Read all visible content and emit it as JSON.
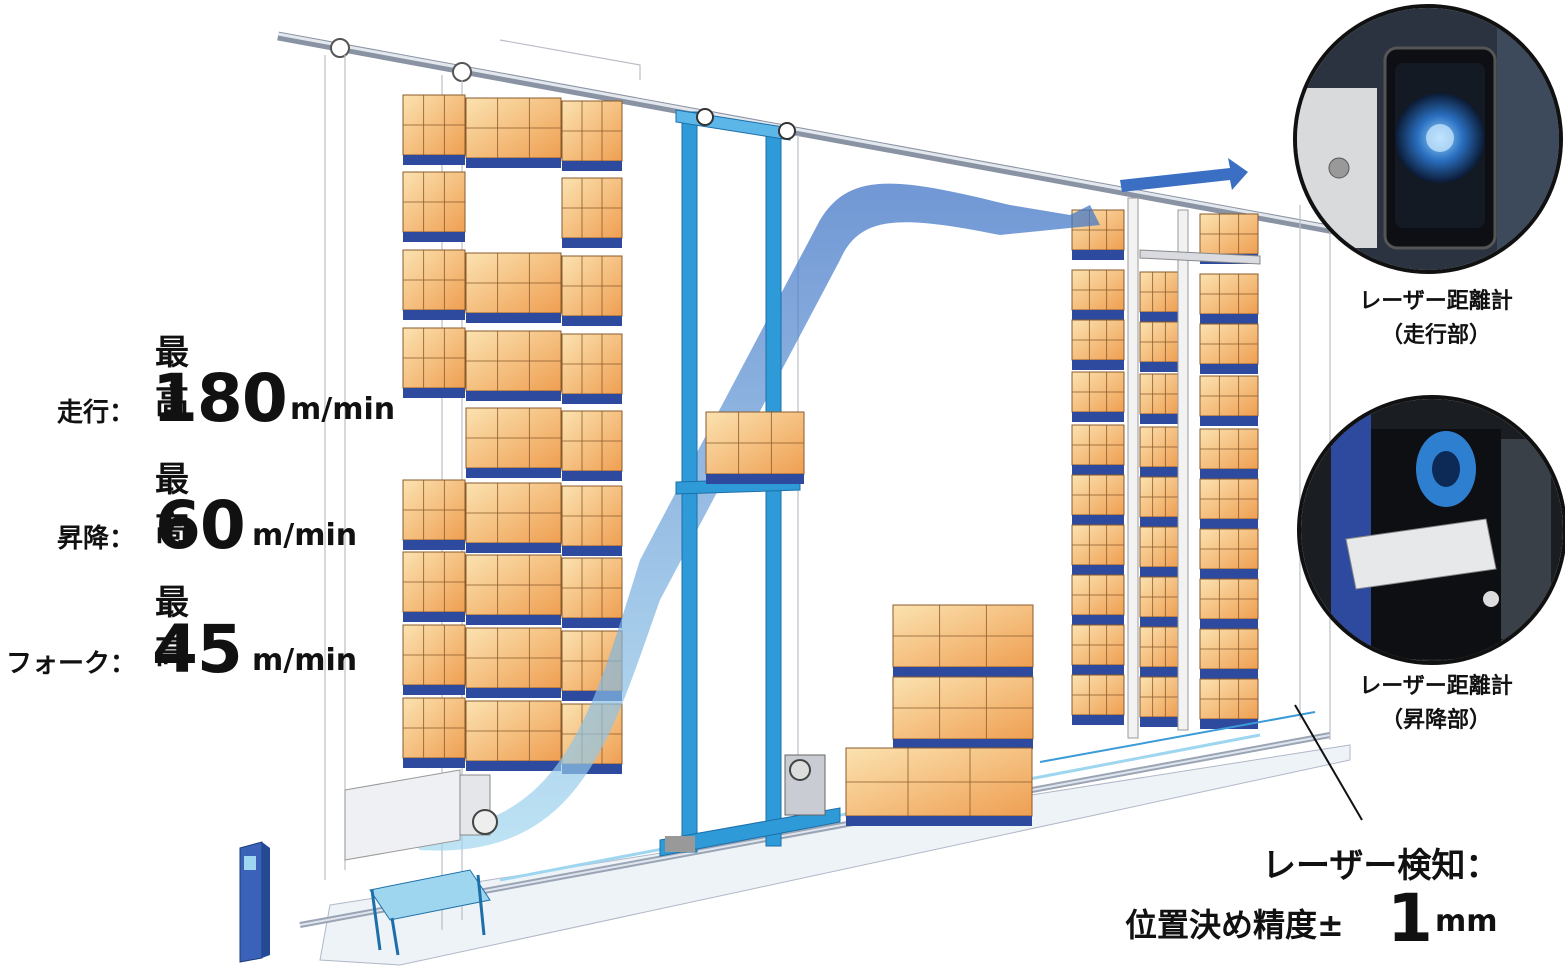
{
  "specs": [
    {
      "top": "最高",
      "label": "走行：",
      "value": "180",
      "unit": "m/min"
    },
    {
      "top": "最高",
      "label": "昇降：",
      "value": "60",
      "unit": "m/min"
    },
    {
      "top": "最高",
      "label": "フォーク：",
      "value": "45",
      "unit": "m/min"
    }
  ],
  "sensors": [
    {
      "line1": "レーザー距離計",
      "line2": "（走行部）"
    },
    {
      "line1": "レーザー距離計",
      "line2": "（昇降部）"
    }
  ],
  "accuracy": {
    "line1": "レーザー検知：",
    "line2_prefix": "位置決め精度±",
    "value": "1",
    "unit": "mm"
  },
  "colors": {
    "box_fill": "#f5c27a",
    "box_shade": "#e89a4a",
    "pallet": "#2e4a9e",
    "crane": "#2f9ad8",
    "arrow": "#6fa8dc",
    "rail": "#b0b8c8"
  }
}
